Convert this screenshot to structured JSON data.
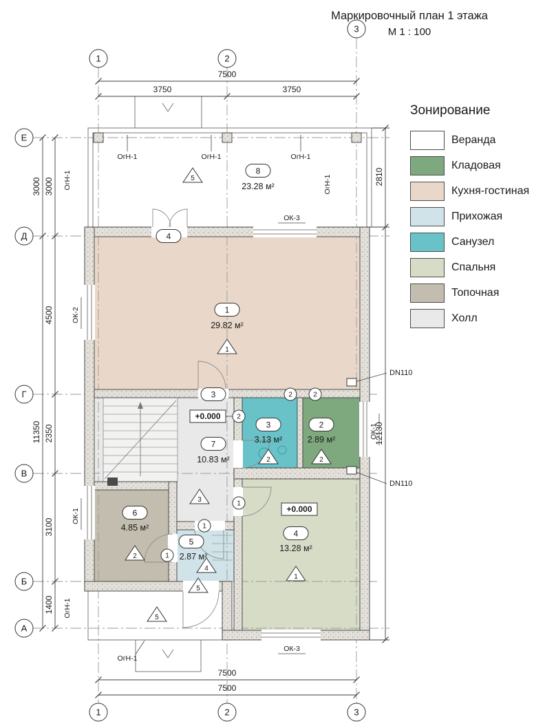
{
  "title": {
    "line1": "Маркировочный план 1 этажа",
    "line2": "М  1 : 100"
  },
  "legend": {
    "title": "Зонирование",
    "items": [
      {
        "label": "Веранда",
        "color": "#ffffff"
      },
      {
        "label": "Кладовая",
        "color": "#7ea87e"
      },
      {
        "label": "Кухня-гостиная",
        "color": "#e9d8ca"
      },
      {
        "label": "Прихожая",
        "color": "#cfe3e8"
      },
      {
        "label": "Санузел",
        "color": "#68c2c8"
      },
      {
        "label": "Спальня",
        "color": "#d7dcc7"
      },
      {
        "label": "Топочная",
        "color": "#c3bdaf"
      },
      {
        "label": "Холл",
        "color": "#e9e9e9"
      }
    ]
  },
  "axes": {
    "v1": "1",
    "v2": "2",
    "v3": "3",
    "hE": "Е",
    "hD": "Д",
    "hG": "Г",
    "hV": "В",
    "hB": "Б",
    "hA": "А"
  },
  "dims": {
    "total_top": "7500",
    "top_left_half": "3750",
    "top_right_half": "3750",
    "total_bottom_1": "7500",
    "total_bottom_2": "7500",
    "e_d_outer": "3000",
    "e_d_inner": "3000",
    "d_g": "4500",
    "g_v": "2350",
    "v_b": "3100",
    "b_a": "1400",
    "d_a_total": "11350",
    "veranda_height": "2810",
    "house_height": "12130"
  },
  "rooms": {
    "kitchen": {
      "num": "1",
      "area": "29.82 м²",
      "mark": "1"
    },
    "storage": {
      "num": "2",
      "area": "2.89 м²",
      "mark": "2"
    },
    "bath": {
      "num": "3",
      "area": "3.13 м²",
      "mark": "2"
    },
    "bedroom": {
      "num": "4",
      "area": "13.28 м²",
      "mark": "1"
    },
    "entry": {
      "num": "5",
      "area": "2.87 м²",
      "mark": "4"
    },
    "boiler": {
      "num": "6",
      "area": "4.85 м²",
      "mark": "2"
    },
    "hall": {
      "num": "7",
      "area": "10.83 м²",
      "mark": "3"
    },
    "veranda": {
      "num": "8",
      "area": "23.28 м²",
      "mark": "5"
    }
  },
  "marks": {
    "level": "+0.000",
    "dn110": "DN110",
    "ok1": "ОК-1",
    "ok2": "ОК-2",
    "ok3": "ОК-3",
    "ogn1": "ОгН-1",
    "door1": "1",
    "door2": "2",
    "door3": "3",
    "door4": "4",
    "porch_mark": "5"
  }
}
